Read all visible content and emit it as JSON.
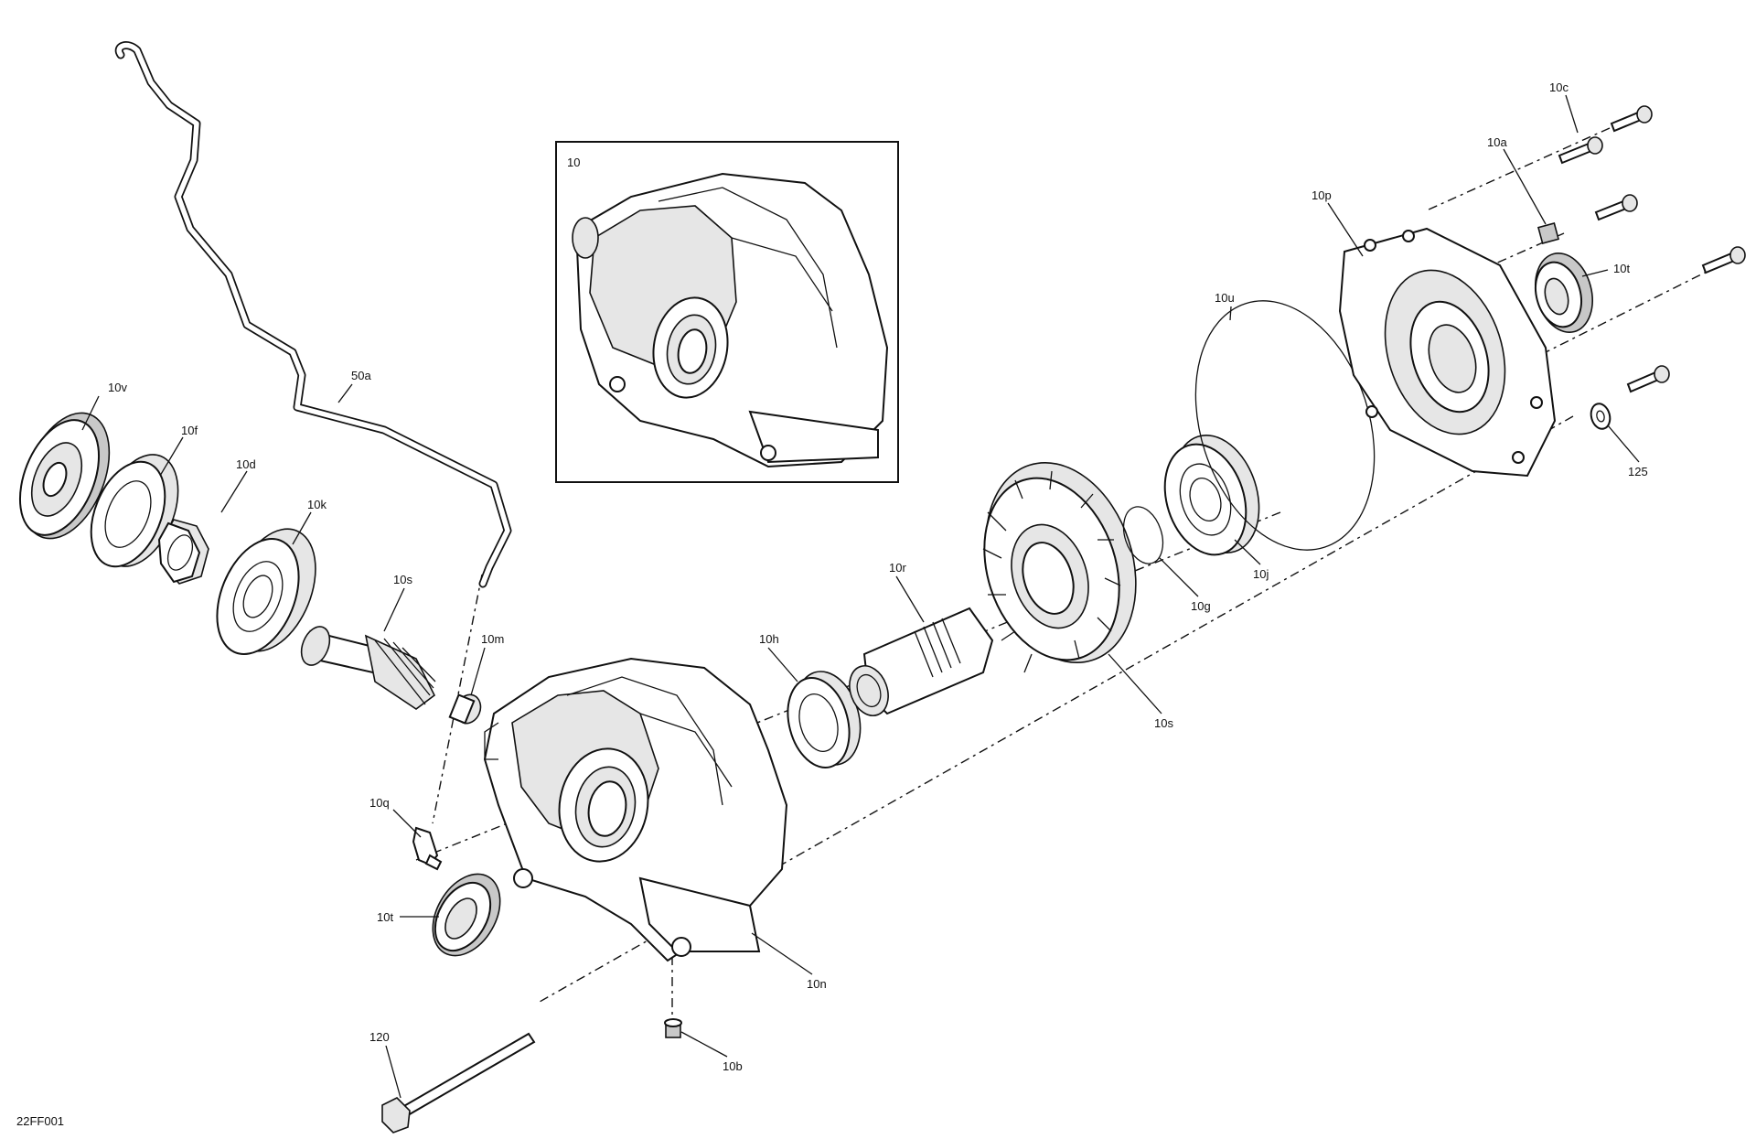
{
  "diagram_code": "22FF001",
  "inset": {
    "label": "10"
  },
  "callouts": {
    "c10c": "10c",
    "c10a": "10a",
    "c10p": "10p",
    "c10t_top": "10t",
    "c10u": "10u",
    "c125": "125",
    "c10j": "10j",
    "c10g": "10g",
    "c10s_gear": "10s",
    "c10r": "10r",
    "c10h": "10h",
    "c10v": "10v",
    "c10f": "10f",
    "c10d": "10d",
    "c10k": "10k",
    "c10s_pinion": "10s",
    "c50a": "50a",
    "c10m": "10m",
    "c10q": "10q",
    "c10t_bottom": "10t",
    "c10n": "10n",
    "c120": "120",
    "c10b": "10b"
  }
}
